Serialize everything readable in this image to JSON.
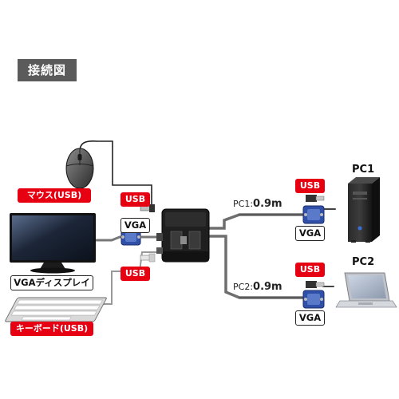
{
  "title": "接続図",
  "labels": {
    "mouse": "マウス(USB)",
    "vga_display": "VGAディスプレイ",
    "keyboard": "キーボード(USB)",
    "usb": "USB",
    "vga": "VGA",
    "pc1": "PC1",
    "pc2": "PC2"
  },
  "cables": {
    "pc1_prefix": "PC1:",
    "pc1_length": "0.9m",
    "pc2_prefix": "PC2:",
    "pc2_length": "0.9m"
  },
  "colors": {
    "usb_badge": "#e60012",
    "title_bg": "#5b5b5b",
    "vga_connector": "#2f4fa8",
    "switch_body": "#1f1f1f"
  }
}
